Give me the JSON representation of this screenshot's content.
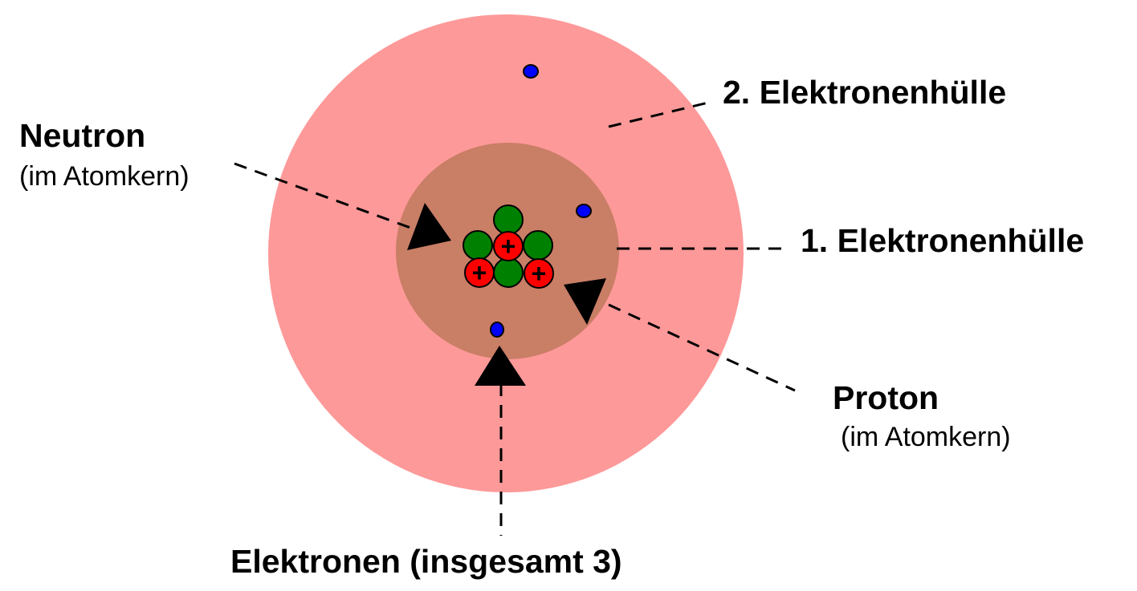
{
  "labels": {
    "shell2": "2. Elektronenhülle",
    "shell1": "1. Elektronenhülle",
    "neutron": "Neutron",
    "neutron_sub": "(im Atomkern)",
    "proton": "Proton",
    "proton_sub": "(im Atomkern)",
    "electrons": "Elektronen (insgesamt 3)"
  },
  "nucleus": {
    "proton_symbol": "+",
    "proton_count": 3,
    "neutron_count": 4
  },
  "electron_count": 3,
  "colors": {
    "outer_shell": "#fe9999",
    "inner_shell": "#c97e66",
    "neutron": "#008000",
    "proton": "#ff0000",
    "electron": "#0000ff"
  }
}
